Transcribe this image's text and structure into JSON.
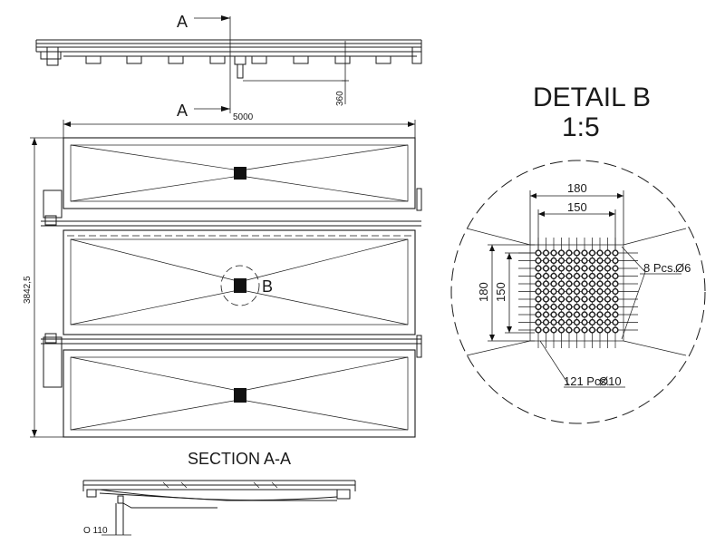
{
  "labels": {
    "section_arrow_top": "A",
    "section_arrow_bottom": "A",
    "detail_callout": "B",
    "section_title": "SECTION A-A",
    "detail_title": "DETAIL B",
    "detail_scale": "1:5"
  },
  "dimensions": {
    "overall_width": "5000",
    "overall_height": "3842,5",
    "drop_height": "360",
    "pipe_diameter": "O 110",
    "grid_outer_width": "180",
    "grid_inner_width": "150",
    "grid_outer_height": "180",
    "grid_inner_height": "150",
    "holes_small": "8 Pcs.",
    "holes_small_dia": "Ø6",
    "holes_large": "121 Pcs.",
    "holes_large_dia": "Ø10"
  }
}
